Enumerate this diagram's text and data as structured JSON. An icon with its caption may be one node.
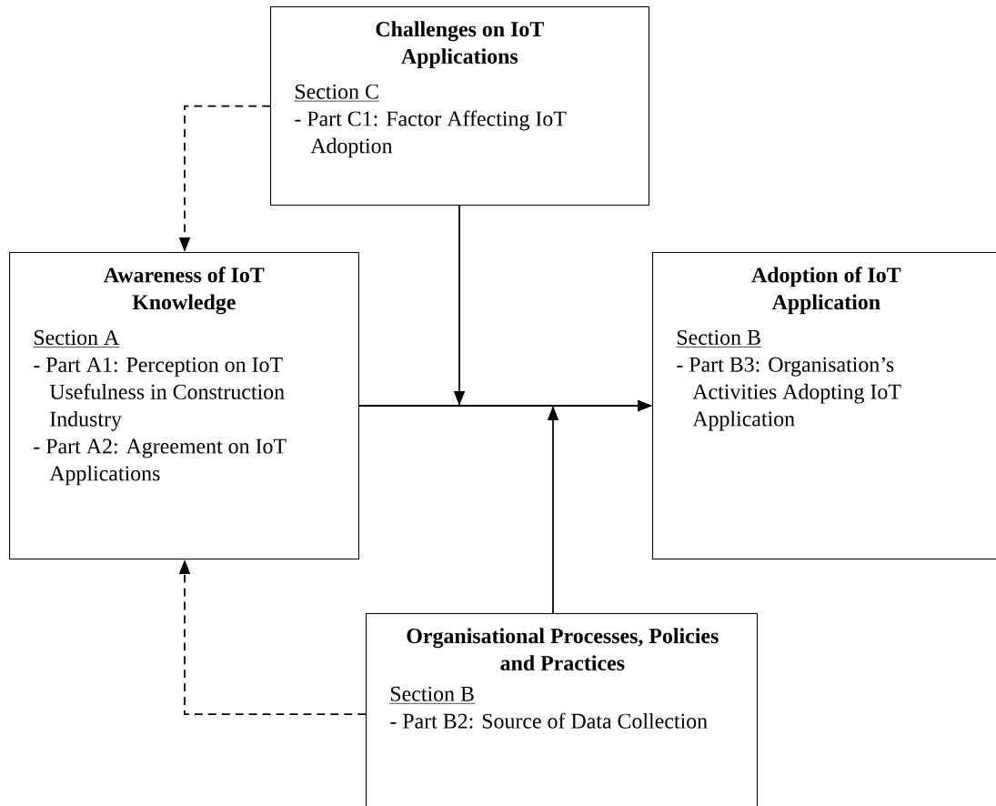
{
  "diagram": {
    "nodes": [
      {
        "text": [
          "Challenges on IoT Applications",
          "Section C",
          "- Part C1: Factor Affecting IoT Adoption"
        ]
      },
      {
        "text": [
          "Awareness of IoT Knowledge",
          "Section A",
          "- Part A1: Perception on IoT Usefulness in Construction Industry",
          "- Part A2: Agreement on IoT Applications"
        ]
      },
      {
        "text": [
          "Adoption of IoT Application",
          "Section B",
          "- Part B3: Organisation’s Activities Adopting IoT Application"
        ]
      },
      {
        "text": [
          "Organisational Processes, Policies and Practices",
          "Section B",
          "- Part B2: Source of Data Collection"
        ]
      }
    ],
    "edges": [
      {
        "from": 0,
        "to": 1,
        "arrow": "to",
        "style": "dashed"
      },
      {
        "from": 0,
        "to": 2,
        "arrow": "to"
      },
      {
        "from": 1,
        "to": 2,
        "arrow": "to"
      },
      {
        "from": 3,
        "to": 2,
        "arrow": "to"
      },
      {
        "from": 3,
        "to": 1,
        "arrow": "to",
        "style": "dashed"
      }
    ]
  }
}
